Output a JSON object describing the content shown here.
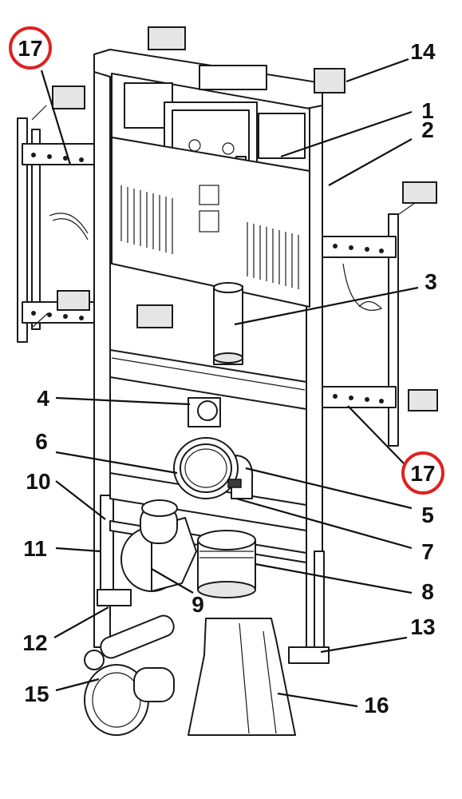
{
  "diagram": {
    "callouts": [
      {
        "id": "17",
        "highlighted": true
      },
      {
        "id": "14"
      },
      {
        "id": "1"
      },
      {
        "id": "2"
      },
      {
        "id": "3"
      },
      {
        "id": "4"
      },
      {
        "id": "6"
      },
      {
        "id": "10"
      },
      {
        "id": "11"
      },
      {
        "id": "5"
      },
      {
        "id": "7"
      },
      {
        "id": "8"
      },
      {
        "id": "9"
      },
      {
        "id": "12"
      },
      {
        "id": "13"
      },
      {
        "id": "15"
      },
      {
        "id": "16"
      },
      {
        "id": "17",
        "highlighted": true
      }
    ],
    "highlight_color": "#e02020",
    "line_color": "#111111"
  }
}
